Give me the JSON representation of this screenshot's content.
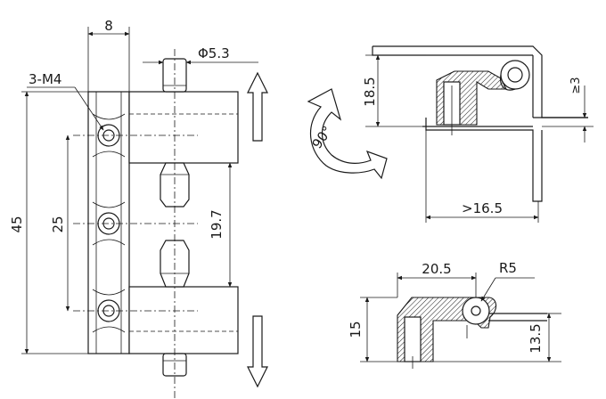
{
  "labels": {
    "width_8": "8",
    "pin_dia": "Φ5.3",
    "holes": "3-M4",
    "height_45": "45",
    "pitch_25": "25",
    "spacing_19_7": "19.7",
    "height_18_5": "18.5",
    "gap_3": "≥3",
    "angle_90": "90°",
    "depth_16_5": ">16.5",
    "width_20_5": "20.5",
    "radius_r5": "R5",
    "height_15": "15",
    "height_13_5": "13.5"
  },
  "icons": {
    "rotation": "curved-rotation-arrow-icon",
    "up": "arrow-up-icon",
    "down": "arrow-down-icon"
  },
  "colors": {
    "line": "#1a1a1a",
    "background": "#ffffff"
  }
}
